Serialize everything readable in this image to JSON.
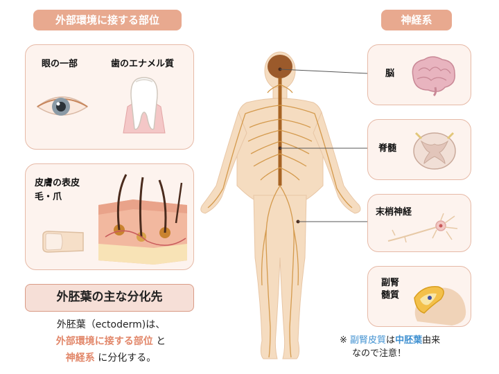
{
  "left_header": "外部環境に接する部位",
  "right_header": "神経系",
  "panel_top": {
    "item1": "眼の一部",
    "item2": "歯のエナメル質"
  },
  "panel_mid": {
    "line1": "皮膚の表皮",
    "line2": "毛・爪"
  },
  "summary_title": "外胚葉の主な分化先",
  "description": {
    "line1": "外胚葉（ectoderm)は、",
    "line2_accent": "外部環境に接する部位",
    "line2_tail": " と",
    "line3_accent": "神経系",
    "line3_tail": " に分化する。"
  },
  "right_panels": [
    "脳",
    "脊髄",
    "末梢神経",
    "副腎\n髄質"
  ],
  "note": {
    "mark": "※ ",
    "term": "副腎皮質",
    "mid": "は",
    "origin": "中胚葉",
    "tail": "由来",
    "line2": "なので注意！"
  },
  "colors": {
    "accent": "#e8a98f",
    "panel_bg": "#fdf3ee",
    "panel_border": "#e6b9a6",
    "skin": "#f5dcc0",
    "nerve": "#c98a3a",
    "blue": "#3d8fd0"
  }
}
